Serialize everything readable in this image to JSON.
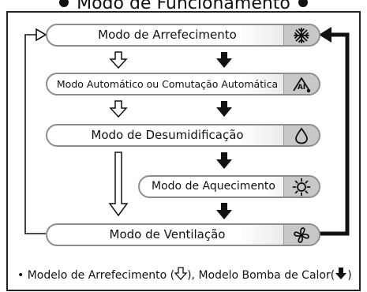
{
  "title": "Modo de Funcionamento",
  "modes": [
    {
      "label": "Modo de Arrefecimento",
      "icon": "snowflake-icon"
    },
    {
      "label": "Modo Automático ou Comutação Automática",
      "icon": "auto-ai-icon"
    },
    {
      "label": "Modo de Desumidificação",
      "icon": "water-drop-icon"
    },
    {
      "label": "Modo de Aquecimento",
      "icon": "sun-icon"
    },
    {
      "label": "Modo de Ventilação",
      "icon": "fan-icon"
    }
  ],
  "footnote": {
    "prefix": "• Modelo de Arrefecimento (",
    "middle": "), Modelo Bomba de Calor(",
    "suffix": ")"
  },
  "legend": {
    "cooling_model_arrow": "outline-down-arrow",
    "heat_pump_model_arrow": "solid-down-arrow"
  },
  "colors": {
    "pill_border": "#8d8d8d",
    "icon_cap": "#c8c8c8",
    "line": "#111111"
  }
}
